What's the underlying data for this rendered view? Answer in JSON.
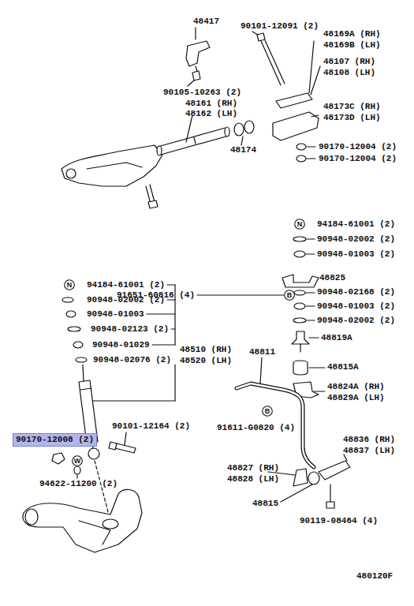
{
  "diagram": {
    "nodes": [
      {
        "text": [
          "N"
        ]
      },
      {
        "text": [
          "N"
        ]
      },
      {
        "text": [
          "B"
        ]
      },
      {
        "text": [
          "B"
        ]
      },
      {
        "text": [
          "90170-12008 (2)"
        ]
      },
      {
        "text": [
          "W"
        ]
      }
    ],
    "labels": [
      "48417",
      "90101-12091 (2)",
      "48169A (RH)",
      "48169B (LH)",
      "48107 (RH)",
      "48108 (LH)",
      "90105-10263 (2)",
      "48161 (RH)",
      "48162 (LH)",
      "48173C (RH)",
      "48173D (LH)",
      "48174",
      "90170-12004 (2)",
      "90170-12004 (2)",
      "94184-61001 (2)",
      "90948-02002 (2)",
      "90948-01003 (2)",
      "48825",
      "91651-60816 (4)",
      "90948-02168 (2)",
      "90948-01003 (2)",
      "90948-02002 (2)",
      "48819A",
      "48815A",
      "48824A (RH)",
      "48829A (LH)",
      "48811",
      "94184-61001 (2)",
      "90948-02002 (2)",
      "90948-01003",
      "90948-02123 (2)",
      "90948-01029",
      "90948-02076 (2)",
      "48510 (RH)",
      "48520 (LH)",
      "90101-12164 (2)",
      "91611-G0820 (4)",
      "94622-11200 (2)",
      "48836 (RH)",
      "48837 (LH)",
      "48827 (RH)",
      "48828 (LH)",
      "48815",
      "90119-08464 (4)",
      "480120F"
    ]
  }
}
